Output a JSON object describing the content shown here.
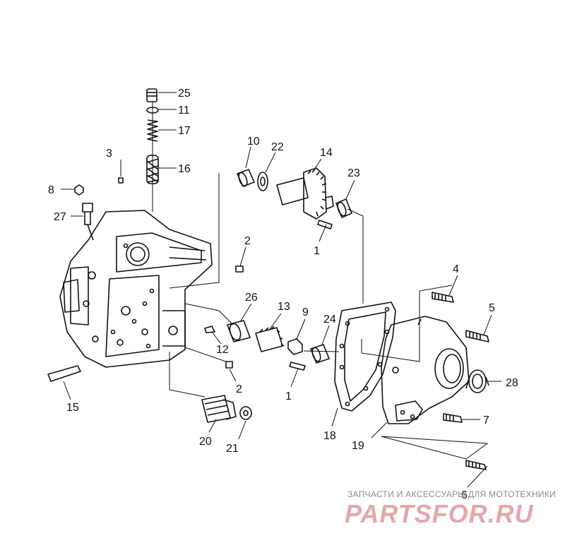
{
  "callouts": {
    "c25": "25",
    "c11": "11",
    "c17": "17",
    "c16": "16",
    "c3": "3",
    "c8": "8",
    "c27": "27",
    "c10": "10",
    "c22": "22",
    "c14": "14",
    "c23": "23",
    "c2a": "2",
    "c1a": "1",
    "c4": "4",
    "c5": "5",
    "c26": "26",
    "c13": "13",
    "c9": "9",
    "c24": "24",
    "c12": "12",
    "c2b": "2",
    "c1b": "1",
    "c28": "28",
    "c7": "7",
    "c15": "15",
    "c20": "20",
    "c21": "21",
    "c18": "18",
    "c19": "19",
    "c6": "6"
  },
  "watermark": {
    "caption": "ЗАПЧАСТИ И АКСЕССУАРЫ ДЛЯ МОТОТЕХНИКИ",
    "logo": "PARTSFOR.RU"
  }
}
